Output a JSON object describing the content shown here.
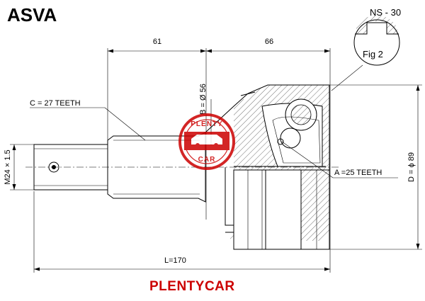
{
  "header": {
    "brand": "ASVA",
    "part_number": "NS - 30"
  },
  "figure": {
    "label": "Fig 2"
  },
  "dimensions": {
    "length_left": "61",
    "length_right": "66",
    "total_length": "L=170",
    "thread": "M24 × 1.5",
    "bore_b": "B = Ø 56",
    "outer_d": "D = ϕ 89"
  },
  "callouts": {
    "c_teeth": "C = 27 TEETH",
    "a_teeth": "A =25 TEETH"
  },
  "watermark": {
    "text": "PLENTYCAR",
    "color": "#cc0000"
  },
  "footer": {
    "brand_text": "PLENTYCAR",
    "color": "#cc0000"
  }
}
